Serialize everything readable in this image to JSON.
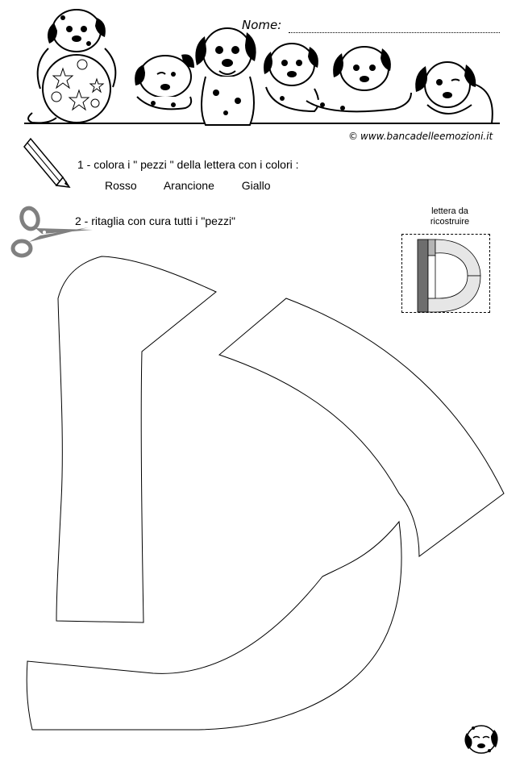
{
  "header": {
    "name_label": "Nome:",
    "credit": "www.bancadelleemozioni.it",
    "copyright_symbol": "©"
  },
  "instructions": {
    "step1": "1 - colora i \" pezzi \" della lettera con i colori  :",
    "colors": [
      "Rosso",
      "Arancione",
      "Giallo"
    ],
    "step2": "2 - ritaglia con cura tutti i \"pezzi\""
  },
  "reference": {
    "label_line1": "lettera da",
    "label_line2": "ricostruire",
    "letter": "D",
    "piece_colors": [
      "#6e6e6e",
      "#b4b4b4",
      "#e6e6e6"
    ]
  },
  "icons": [
    "dalmatian-puppies-illustration",
    "pencil-icon",
    "scissors-icon",
    "puppy-face-icon"
  ]
}
